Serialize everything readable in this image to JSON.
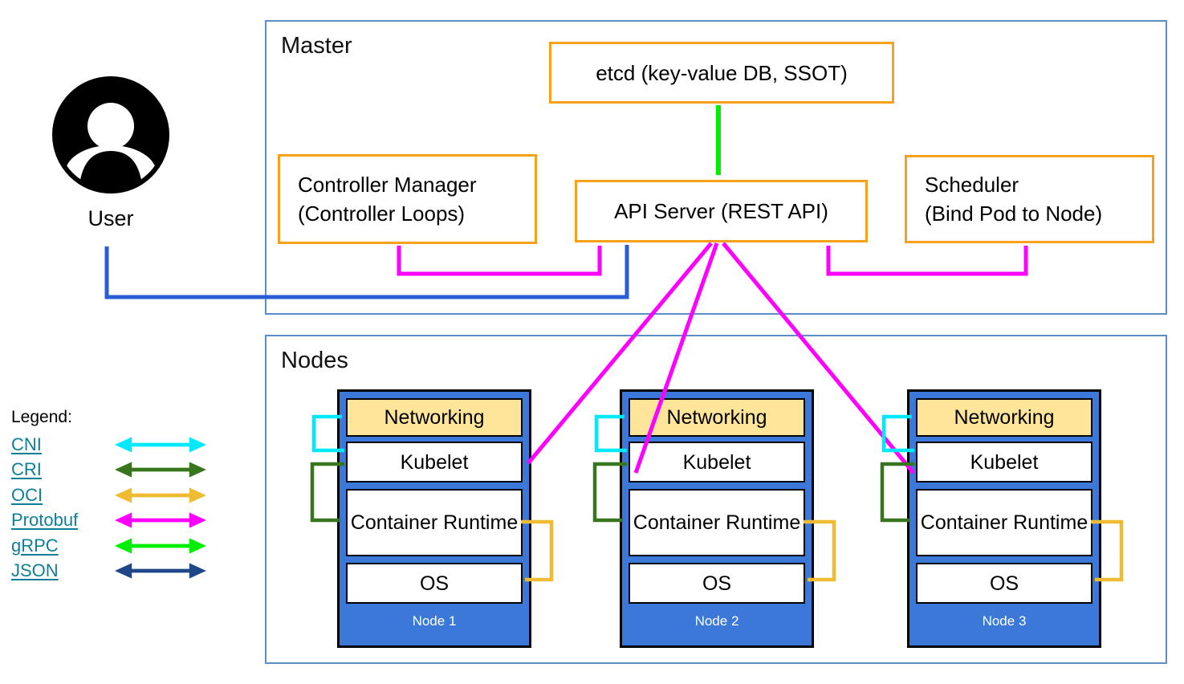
{
  "user": {
    "label": "User"
  },
  "master": {
    "title": "Master",
    "etcd_label": "etcd (key-value DB, SSOT)",
    "controller_manager_line1": "Controller Manager",
    "controller_manager_line2": "(Controller Loops)",
    "api_server_label": "API Server (REST API)",
    "scheduler_line1": "Scheduler",
    "scheduler_line2": "(Bind Pod to Node)"
  },
  "nodes": {
    "title": "Nodes",
    "layers": {
      "networking": "Networking",
      "kubelet": "Kubelet",
      "container_runtime": "Container Runtime",
      "os": "OS"
    },
    "items": [
      {
        "name": "Node 1"
      },
      {
        "name": "Node 2"
      },
      {
        "name": "Node 3"
      }
    ]
  },
  "legend": {
    "title": "Legend:",
    "items": [
      {
        "label": "CNI",
        "color": "#00e9ff"
      },
      {
        "label": "CRI",
        "color": "#38761d"
      },
      {
        "label": "OCI",
        "color": "#eebb33"
      },
      {
        "label": "Protobuf",
        "color": "#ff00ff"
      },
      {
        "label": "gRPC",
        "color": "#00ee00"
      },
      {
        "label": "JSON",
        "color": "#1f4787"
      }
    ]
  },
  "colors": {
    "panel_border": "#5b8ec6",
    "component_box_border": "#f7a01c",
    "node_fill": "#3c78d8",
    "networking_fill": "#ffe599",
    "legend_link": "#0f7f99",
    "user_api_arrow": "#2a5cd6",
    "protobuf_arrow": "#ff00ff",
    "grpc_arrow": "#00ee00",
    "cni_arrow": "#00e9ff",
    "cri_arrow": "#38761d",
    "oci_arrow": "#eebb33",
    "json_arrow": "#1f4787"
  }
}
